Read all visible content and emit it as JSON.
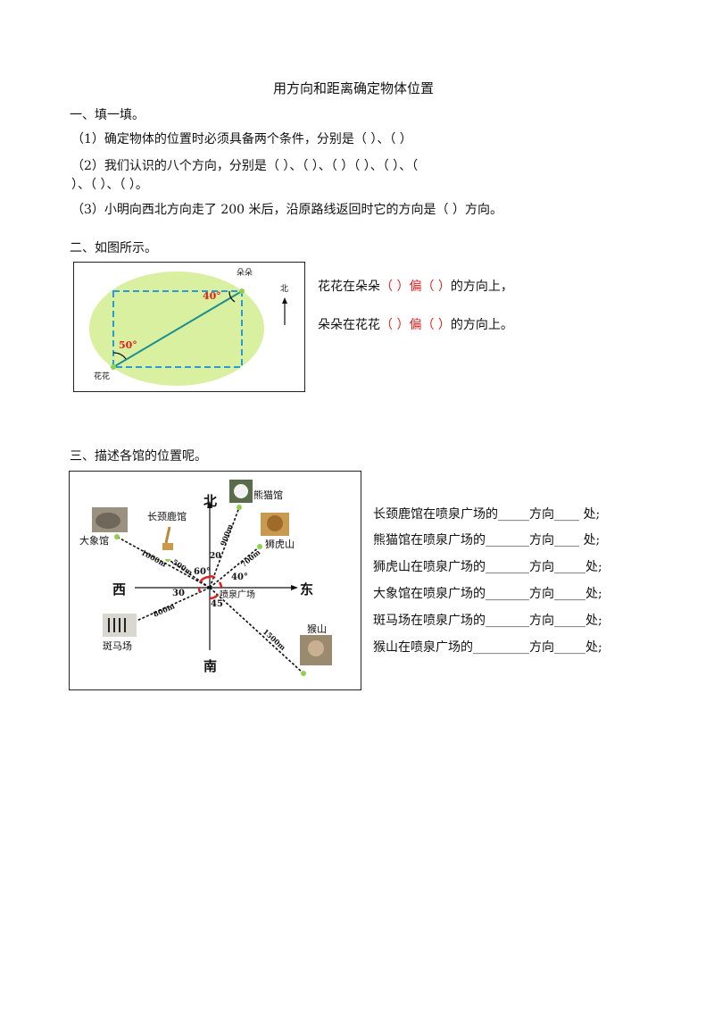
{
  "title": "用方向和距离确定物体位置",
  "section1": {
    "heading": "一、填一填。",
    "q1": "（1）确定物体的位置时必须具备两个条件，分别是（            ）、（            ）",
    "q2a": "（2）我们认识的八个方向，分别是（      ）、（      ）、（      ）（      ）、（        ）、（",
    "q2b": "      ）、（          ）、（        ）。",
    "q3": "（3）小明向西北方向走了 200 米后，沿原路线返回时它的方向是（            ）方向。"
  },
  "section2": {
    "heading": "二、如图所示。",
    "diagram": {
      "label_duoduo": "朵朵",
      "label_huahua": "花花",
      "label_north": "北",
      "angle_top": "40°",
      "angle_bottom": "50°"
    },
    "line1": {
      "prefix": "花花在朵朵",
      "blank1": "（        ）",
      "mid": "偏",
      "blank2": "（            ）",
      "suffix": "的方向上，"
    },
    "line2": {
      "prefix": "朵朵在花花",
      "blank1": "（        ）",
      "mid": "偏",
      "blank2": "（            ）",
      "suffix": "的方向上。"
    }
  },
  "section3": {
    "heading": "三、描述各馆的位置呢。",
    "map": {
      "north": "北",
      "south": "南",
      "east": "东",
      "west": "西",
      "center": "喷泉广场",
      "panda": "熊猫馆",
      "giraffe": "长颈鹿馆",
      "elephant": "大象馆",
      "lion": "狮虎山",
      "zebra": "斑马场",
      "monkey": "猴山",
      "d_1000": "1000m",
      "d_500": "500m",
      "d_900": "900m",
      "d_700": "700m",
      "d_800": "800m",
      "d_1500": "1500m",
      "a_20": "20",
      "a_60": "60°",
      "a_40": "40°",
      "a_30": "30",
      "a_45": "45"
    },
    "lines": [
      "长颈鹿馆在喷泉广场的_____方向____  处;",
      "熊猫馆在喷泉广场的_______方向____  处;",
      "狮虎山在喷泉广场的_______方向_____处;",
      "大象馆在喷泉广场的_______方向_____处;",
      "斑马场在喷泉广场的_______方向_____处;",
      "猴山在喷泉广场的_________方向_____处;"
    ]
  },
  "colors": {
    "red": "#e02020",
    "ellipse": "#d8f0a0",
    "line": "#1e8f8f",
    "dash": "#2a9ad8",
    "dot": "#8fd14f"
  }
}
